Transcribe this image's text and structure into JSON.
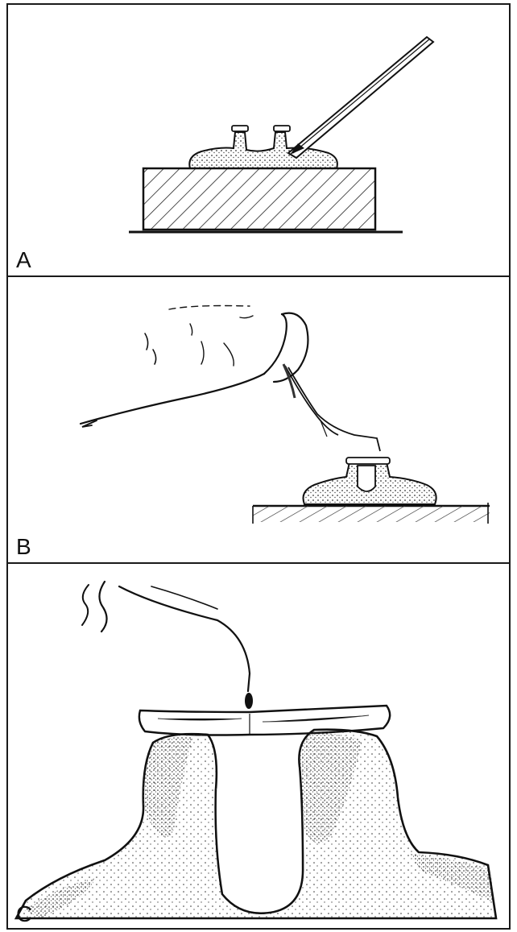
{
  "figure": {
    "panels": [
      {
        "label": "A"
      },
      {
        "label": "B"
      },
      {
        "label": "C"
      }
    ]
  }
}
